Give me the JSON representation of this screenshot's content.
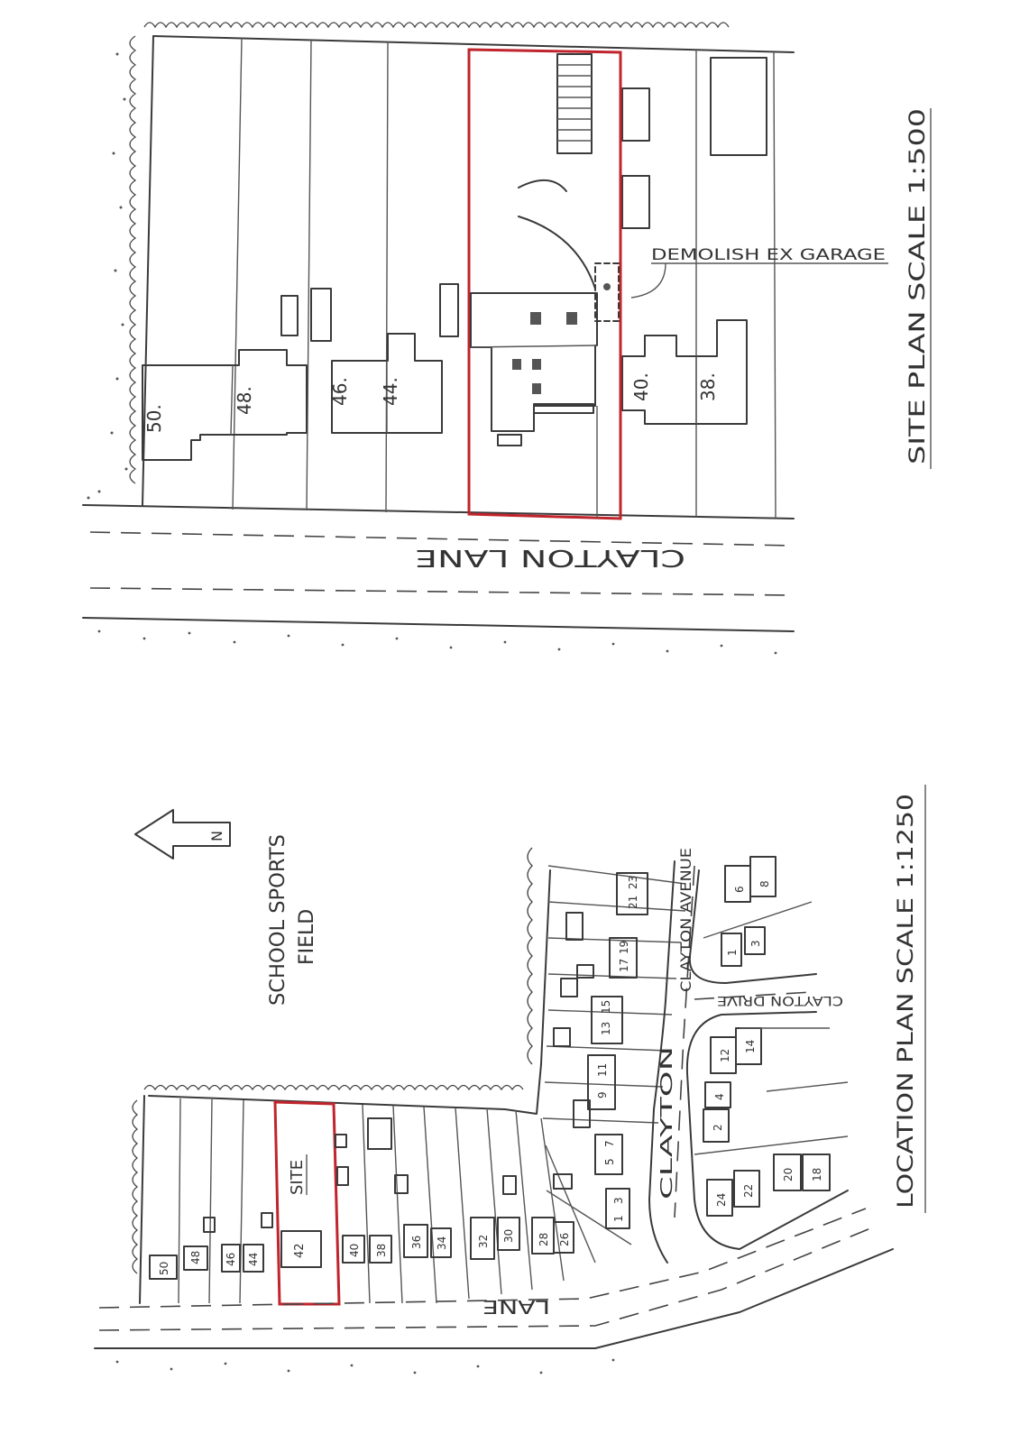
{
  "site_plan": {
    "title": "SITE PLAN SCALE 1:500",
    "road_label": "CLAYTON LANE",
    "demolish_note": "DEMOLISH EX GARAGE",
    "house_numbers": [
      "50.",
      "48.",
      "46.",
      "44.",
      "40.",
      "38."
    ]
  },
  "location_plan": {
    "title": "LOCATION PLAN SCALE 1:1250",
    "field_label_line1": "SCHOOL SPORTS",
    "field_label_line2": "FIELD",
    "north_label": "N",
    "site_label": "SITE",
    "site_number": "42",
    "lane_label": "LANE",
    "clayton_label": "CLAYTON",
    "avenue_label": "CLAYTON AVENUE",
    "drive_label": "CLAYTON DRIVE",
    "left_houses": [
      "50",
      "48",
      "46",
      "44",
      "40",
      "38",
      "36",
      "34",
      "32",
      "30",
      "28",
      "26"
    ],
    "right_houses": [
      "1",
      "3",
      "5",
      "7",
      "9",
      "11",
      "13",
      "15",
      "17",
      "19",
      "21",
      "23"
    ],
    "opposite_houses": [
      "24",
      "22",
      "20",
      "18",
      "2",
      "4",
      "12",
      "14",
      "1",
      "3",
      "6",
      "8"
    ]
  },
  "colors": {
    "site_boundary": "#c0242c",
    "ink": "#3a3a3a"
  }
}
